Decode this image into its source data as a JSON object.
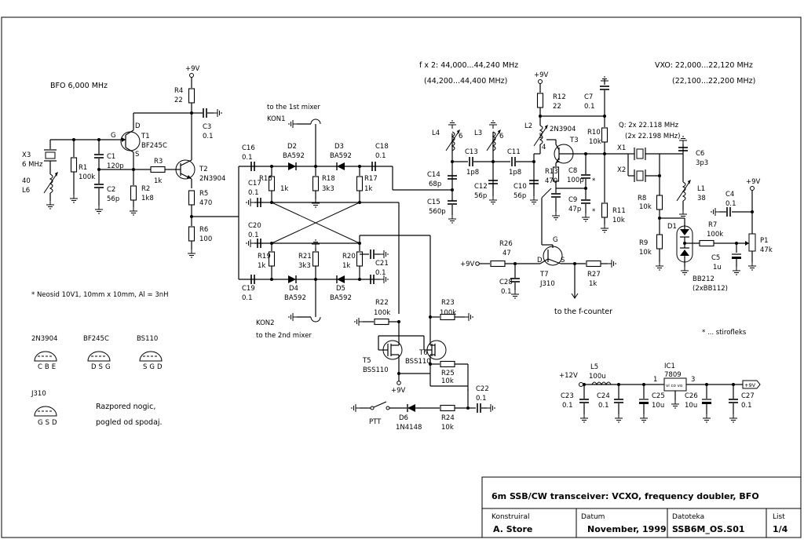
{
  "title_block": {
    "title": "6m SSB/CW transceiver: VCXO, frequency doubler, BFO",
    "designer_label": "Konstruiral",
    "designer": "A. Store",
    "date_label": "Datum",
    "date": "November, 1999",
    "file_label": "Datoteka",
    "file": "SSB6M_OS.S01",
    "sheet_label": "List",
    "sheet": "1/4"
  },
  "notes": {
    "bfo": "BFO  6,000 MHz",
    "doubler_1": "f x 2: 44,000...44,240 MHz",
    "doubler_2": "(44,200...44,400 MHz)",
    "vcxo_1": "VXO: 22,000...22,120 MHz",
    "vcxo_2": "(22,100...22,200 MHz)",
    "crystal_1": "Q: 2x 22.118 MHz",
    "crystal_2": "(2x 22.198 MHz)",
    "neosid": "* Neosid 10V1, 10mm x 10mm, Al = 3nH",
    "styroflex": "* ... stirofleks",
    "pinout_1": "Razpored nogic,",
    "pinout_2": "pogled od spodaj.",
    "to_mixer1": "to the 1st mixer",
    "to_mixer2": "to the 2nd mixer",
    "to_counter": "to the f-counter",
    "ptt": "PTT"
  },
  "packages": [
    {
      "name": "2N3904",
      "pins": "CBE"
    },
    {
      "name": "BF245C",
      "pins": "DSG"
    },
    {
      "name": "BS110",
      "pins": "SGD"
    },
    {
      "name": "J310",
      "pins": "GSD"
    }
  ],
  "rails": {
    "p9v": "+9V",
    "p12v": "+12V",
    "p9v_out": "+9V"
  },
  "c": {
    "C1": [
      "C1",
      "120p"
    ],
    "C2": [
      "C2",
      "56p"
    ],
    "C3": [
      "C3",
      "0.1"
    ],
    "C4": [
      "C4",
      "0.1"
    ],
    "C5": [
      "C5",
      "1u"
    ],
    "C6": [
      "C6",
      "3p3"
    ],
    "C7": [
      "C7",
      "0.1"
    ],
    "C8": [
      "C8",
      "100p"
    ],
    "C9": [
      "C9",
      "47p"
    ],
    "C10": [
      "C10",
      "56p"
    ],
    "C11": [
      "C11",
      "1p8"
    ],
    "C12": [
      "C12",
      "56p"
    ],
    "C13": [
      "C13",
      "1p8"
    ],
    "C14": [
      "C14",
      "68p"
    ],
    "C15": [
      "C15",
      "560p"
    ],
    "C16": [
      "C16",
      "0.1"
    ],
    "C17": [
      "C17",
      "0.1"
    ],
    "C18": [
      "C18",
      "0.1"
    ],
    "C19": [
      "C19",
      "0.1"
    ],
    "C20": [
      "C20",
      "0.1"
    ],
    "C21": [
      "C21",
      "0.1"
    ],
    "C22": [
      "C22",
      "0.1"
    ],
    "C23": [
      "C23",
      "0.1"
    ],
    "C24": [
      "C24",
      "0.1"
    ],
    "C25": [
      "C25",
      "10u"
    ],
    "C26": [
      "C26",
      "10u"
    ],
    "C27": [
      "C27",
      "0.1"
    ],
    "C28": [
      "C28",
      "0.1"
    ]
  },
  "r": {
    "R1": [
      "R1",
      "100k"
    ],
    "R2": [
      "R2",
      "1k8"
    ],
    "R3": [
      "R3",
      "1k"
    ],
    "R4": [
      "R4",
      "22"
    ],
    "R5": [
      "R5",
      "470"
    ],
    "R6": [
      "R6",
      "100"
    ],
    "R7": [
      "R7",
      "100k"
    ],
    "R8": [
      "R8",
      "10k"
    ],
    "R9": [
      "R9",
      "10k"
    ],
    "R10": [
      "R10",
      "10k"
    ],
    "R11": [
      "R11",
      "10k"
    ],
    "R12": [
      "R12",
      "22"
    ],
    "R13": [
      "R13",
      "470"
    ],
    "R16": [
      "R16",
      "1k"
    ],
    "R17": [
      "R17",
      "1k"
    ],
    "R18": [
      "R18",
      "3k3"
    ],
    "R19": [
      "R19",
      "1k"
    ],
    "R20": [
      "R20",
      "1k"
    ],
    "R21": [
      "R21",
      "3k3"
    ],
    "R22": [
      "R22",
      "100k"
    ],
    "R23": [
      "R23",
      "100k"
    ],
    "R24": [
      "R24",
      "10k"
    ],
    "R25": [
      "R25",
      "10k"
    ],
    "R26": [
      "R26",
      "47"
    ],
    "R27": [
      "R27",
      "1k"
    ],
    "P1": [
      "P1",
      "47k"
    ]
  },
  "semis": {
    "T1": [
      "T1",
      "BF245C"
    ],
    "T2": [
      "T2",
      "2N3904"
    ],
    "T3": [
      "T3",
      "2N3904"
    ],
    "T5": [
      "T5",
      "BSS110"
    ],
    "T6": [
      "T6",
      "BSS110"
    ],
    "T7": [
      "T7",
      "J310"
    ],
    "D1": [
      "D1",
      "BB212",
      "(2xBB112)"
    ],
    "D2": [
      "D2",
      "BA592"
    ],
    "D3": [
      "D3",
      "BA592"
    ],
    "D4": [
      "D4",
      "BA592"
    ],
    "D5": [
      "D5",
      "BA592"
    ],
    "D6": [
      "D6",
      "1N4148"
    ],
    "IC1": [
      "IC1",
      "7809"
    ]
  },
  "misc": {
    "X1": "X1",
    "X2": "X2",
    "X3": "X3",
    "X3v": "6 MHz",
    "L1": "L1",
    "L1v": "38",
    "L2": "L2",
    "L3": "L3",
    "L4": "L4",
    "L5": "L5",
    "L5v": "100u",
    "L6": "L6",
    "L6v": "40",
    "L2t": "2",
    "L2t2": "4",
    "L3t": "6",
    "L4t": "6",
    "KON1": "KON1",
    "KON2": "KON2",
    "pinG": "G",
    "pinD": "D",
    "pinS": "S",
    "ic_in": "1",
    "ic_out": "3",
    "ic_pins": "vi  co vo"
  }
}
